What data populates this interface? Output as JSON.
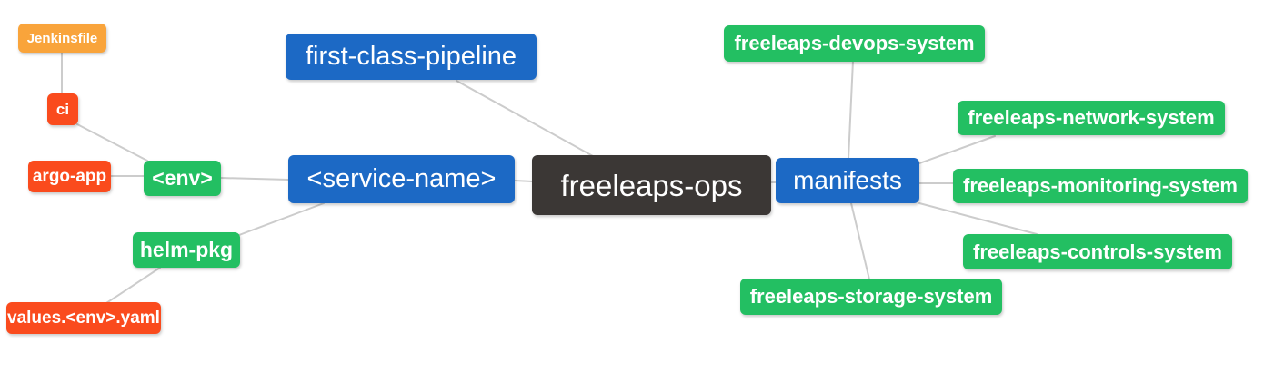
{
  "palette": {
    "root_bg": "#3b3735",
    "blue": "#1c69c5",
    "green": "#23bf62",
    "red": "#fa4b1d",
    "amber": "#f9a43b",
    "edge": "#cccccc",
    "text": "#ffffff",
    "canvas_bg": "#ffffff"
  },
  "nodes": {
    "root": {
      "label": "freeleaps-ops"
    },
    "first_class_pipeline": {
      "label": "first-class-pipeline"
    },
    "service_name": {
      "label": "<service-name>"
    },
    "manifests": {
      "label": "manifests"
    },
    "env": {
      "label": "<env>"
    },
    "helm_pkg": {
      "label": "helm-pkg"
    },
    "ci": {
      "label": "ci"
    },
    "argo_app": {
      "label": "argo-app"
    },
    "jenkinsfile": {
      "label": "Jenkinsfile"
    },
    "values_env_yaml": {
      "label": "values.<env>.yaml"
    },
    "devops_system": {
      "label": "freeleaps-devops-system"
    },
    "network_system": {
      "label": "freeleaps-network-system"
    },
    "monitoring_system": {
      "label": "freeleaps-monitoring-system"
    },
    "controls_system": {
      "label": "freeleaps-controls-system"
    },
    "storage_system": {
      "label": "freeleaps-storage-system"
    }
  },
  "structure": {
    "root": [
      "first_class_pipeline",
      "service_name",
      "manifests"
    ],
    "service_name": [
      "env",
      "helm_pkg"
    ],
    "env": [
      "ci",
      "argo_app"
    ],
    "ci": [
      "jenkinsfile"
    ],
    "helm_pkg": [
      "values_env_yaml"
    ],
    "manifests": [
      "devops_system",
      "network_system",
      "monitoring_system",
      "controls_system",
      "storage_system"
    ]
  }
}
